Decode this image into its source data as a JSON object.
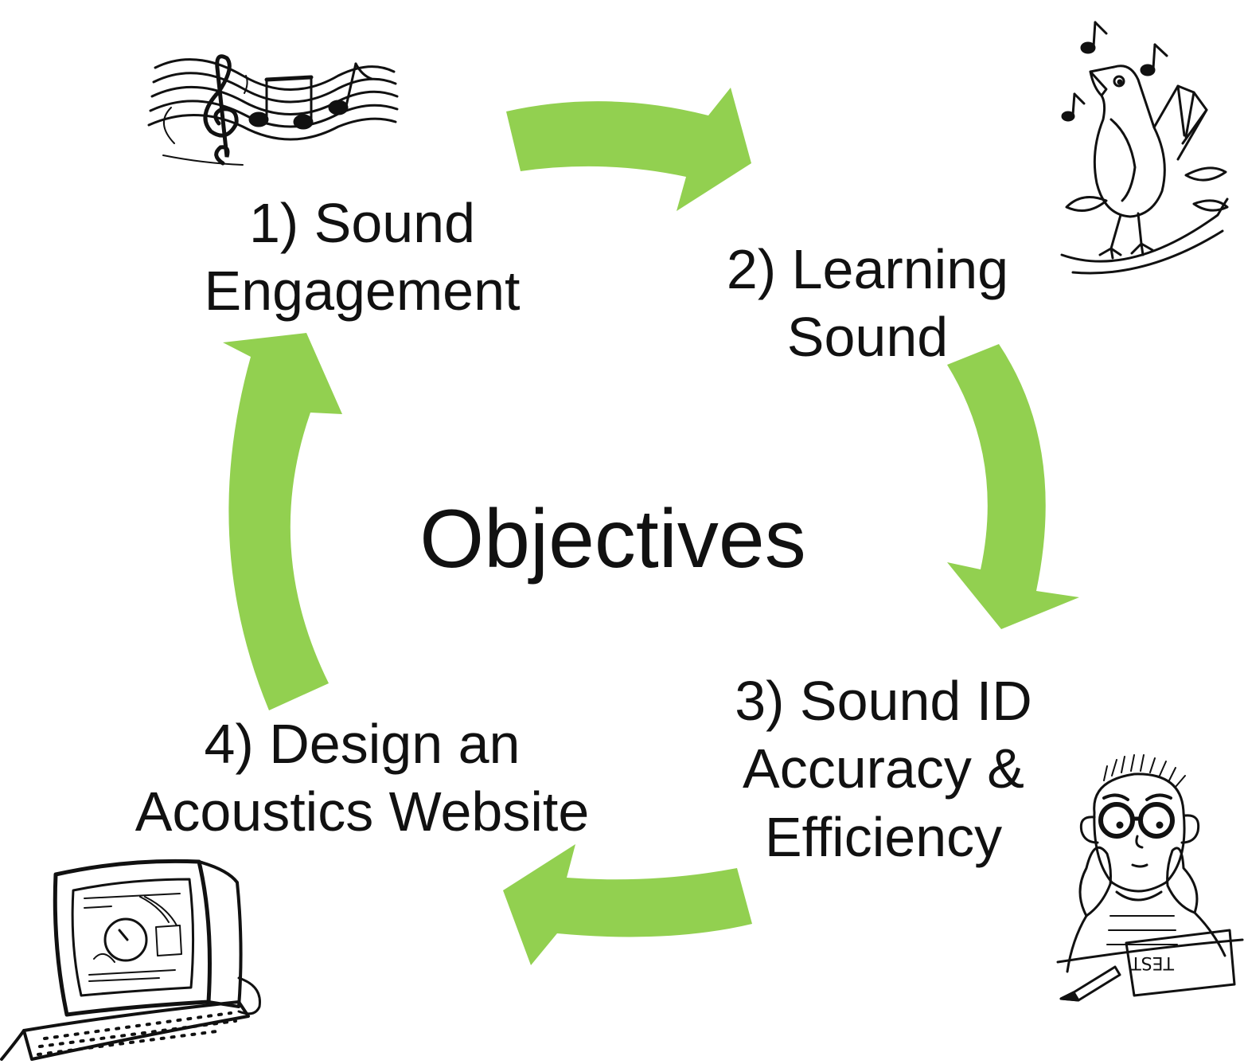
{
  "title": "Objectives",
  "colors": {
    "arrow": "#92D050",
    "text": "#111111",
    "ink": "#111111"
  },
  "steps": [
    {
      "number": "1)",
      "lines": [
        "1) Sound",
        "Engagement"
      ],
      "illustration": "music-staff-icon"
    },
    {
      "number": "2)",
      "lines": [
        "2) Learning",
        "Sound"
      ],
      "illustration": "singing-bird-icon"
    },
    {
      "number": "3)",
      "lines": [
        "3) Sound ID",
        "Accuracy &",
        "Efficiency"
      ],
      "illustration": "student-test-icon"
    },
    {
      "number": "4)",
      "lines": [
        "4) Design an",
        "Acoustics Website"
      ],
      "illustration": "computer-icon"
    }
  ]
}
